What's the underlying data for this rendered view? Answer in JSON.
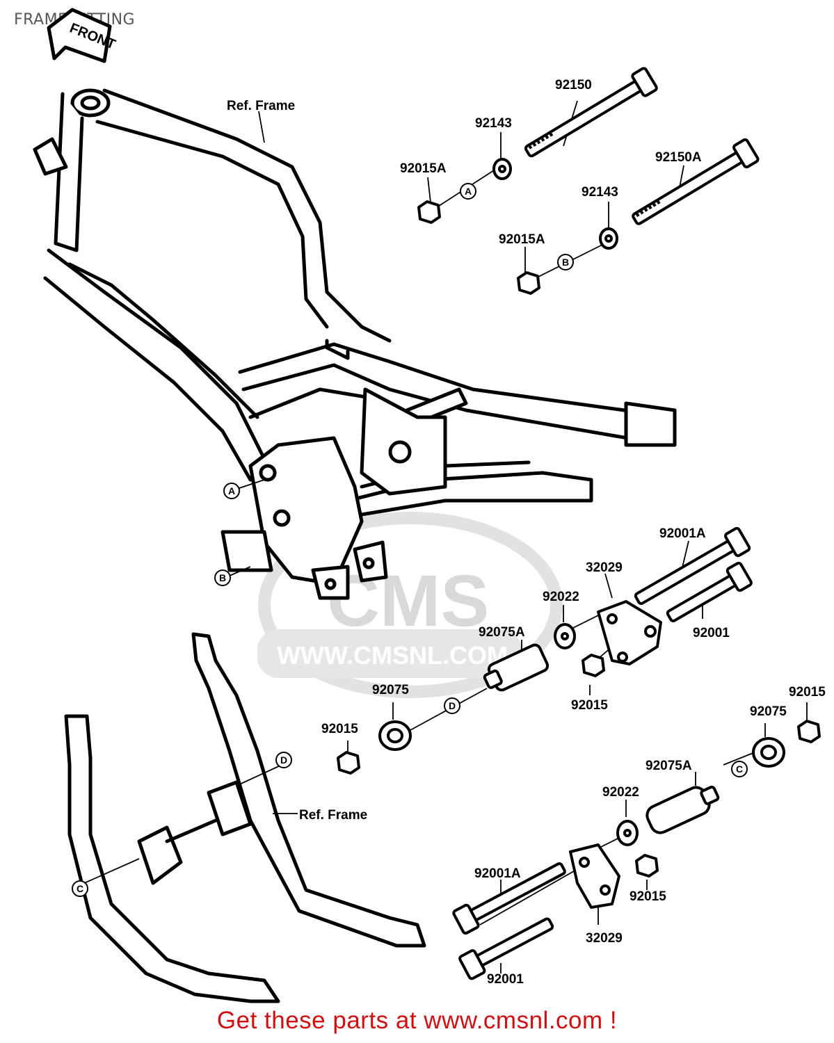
{
  "title": "FRAME FITTING",
  "front_arrow_text": "FRONT",
  "watermark": {
    "logo": "CMS",
    "url": "WWW.CMSNL.COM"
  },
  "references": {
    "frame_top": "Ref. Frame",
    "frame_bottom": "Ref. Frame"
  },
  "parts": {
    "p92150": "92150",
    "p92143_a": "92143",
    "p92015A_a": "92015A",
    "p92150A": "92150A",
    "p92143_b": "92143",
    "p92015A_b": "92015A",
    "p92001A_top": "92001A",
    "p32029_top": "32029",
    "p92022_top": "92022",
    "p92001_top": "92001",
    "p92075A_top": "92075A",
    "p92015_mid": "92015",
    "p92075_left": "92075",
    "p92015_left": "92015",
    "p92015_right": "92015",
    "p92075_right": "92075",
    "p92075A_bottom": "92075A",
    "p92022_bottom": "92022",
    "p92001A_bottom": "92001A",
    "p92015_bottom": "92015",
    "p32029_bottom": "32029",
    "p92001_bottom": "92001"
  },
  "reference_markers": {
    "A": "A",
    "B": "B",
    "C": "C",
    "D": "D"
  },
  "footer": "Get these parts at www.cmsnl.com !"
}
